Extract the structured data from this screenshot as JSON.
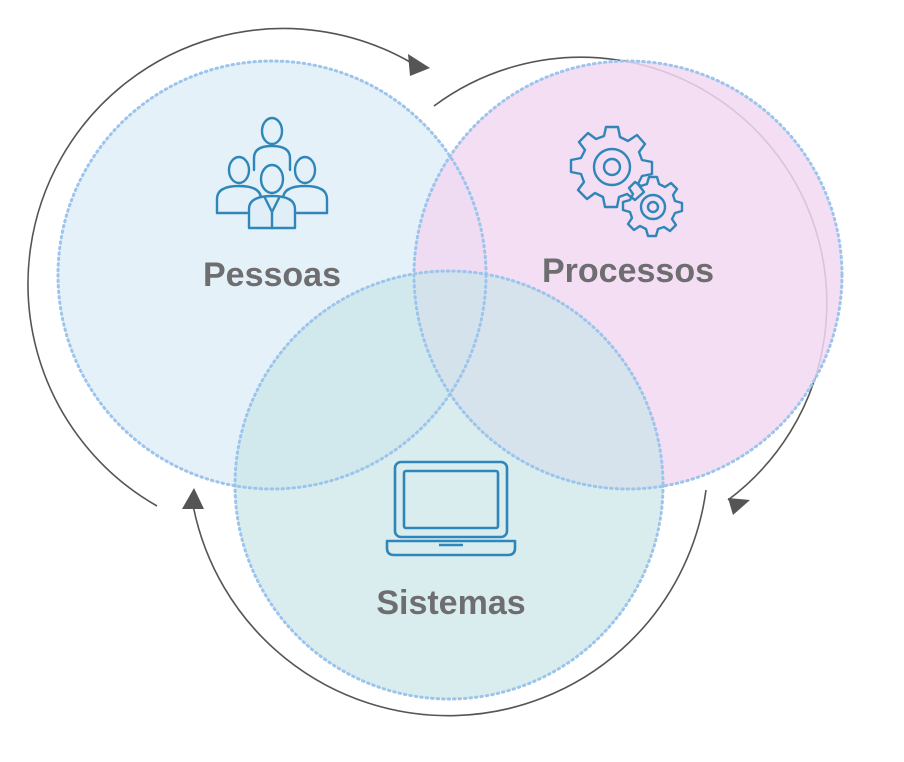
{
  "venn": {
    "circles": [
      {
        "id": "pessoas",
        "label": "Pessoas",
        "icon": "people-group-icon",
        "fill": "#e0eef8"
      },
      {
        "id": "processos",
        "label": "Processos",
        "icon": "gears-icon",
        "fill": "#f1d8f1"
      },
      {
        "id": "sistemas",
        "label": "Sistemas",
        "icon": "laptop-icon",
        "fill": "#c9e5e8"
      }
    ],
    "colors": {
      "dotted_outline": "#9cc4ec",
      "cycle_arrow": "#555555",
      "icon_stroke": "#2f86b9",
      "label_text": "#6e6e70"
    }
  }
}
